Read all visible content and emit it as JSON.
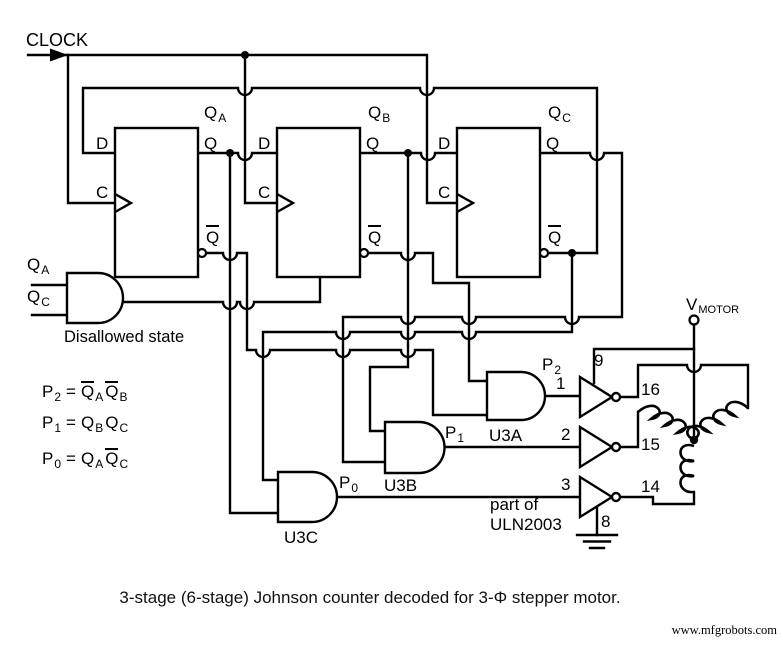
{
  "clock": {
    "label": "CLOCK"
  },
  "signals": {
    "qa": {
      "base": "Q",
      "sub": "A"
    },
    "qb": {
      "base": "Q",
      "sub": "B"
    },
    "qc": {
      "base": "Q",
      "sub": "C"
    }
  },
  "flipflop_pins": {
    "d": "D",
    "c": "C",
    "q": "Q",
    "qbar": "Q"
  },
  "disallowed": {
    "in1": {
      "base": "Q",
      "sub": "A"
    },
    "in2": {
      "base": "Q",
      "sub": "C"
    },
    "label": "Disallowed state"
  },
  "equations": [
    {
      "lhs": "P",
      "lhs_sub": "2",
      "op": "=",
      "t1": "Q",
      "t1_sub": "A",
      "t2": "Q",
      "t2_sub": "B"
    },
    {
      "lhs": "P",
      "lhs_sub": "1",
      "op": "=",
      "t1": "Q",
      "t1_sub": "B",
      "t2": "Q",
      "t2_sub": "C"
    },
    {
      "lhs": "P",
      "lhs_sub": "0",
      "op": "=",
      "t1": "Q",
      "t1_sub": "A",
      "t2": "Q",
      "t2_sub": "C"
    }
  ],
  "decoder": {
    "u3a": "U3A",
    "u3b": "U3B",
    "u3c": "U3C",
    "p2": {
      "base": "P",
      "sub": "2"
    },
    "p1": {
      "base": "P",
      "sub": "1"
    },
    "p0": {
      "base": "P",
      "sub": "0"
    }
  },
  "driver": {
    "in1": "1",
    "in2": "2",
    "in3": "3",
    "out1": "16",
    "out2": "15",
    "out3": "14",
    "com": "9",
    "gnd": "8",
    "part1": "part of",
    "part2": "ULN2003"
  },
  "motor": {
    "v": "V",
    "v_sub": "MOTOR"
  },
  "caption": "3-stage (6-stage) Johnson counter decoded for 3-Φ stepper motor.",
  "watermark": "www.mfgrobots.com"
}
